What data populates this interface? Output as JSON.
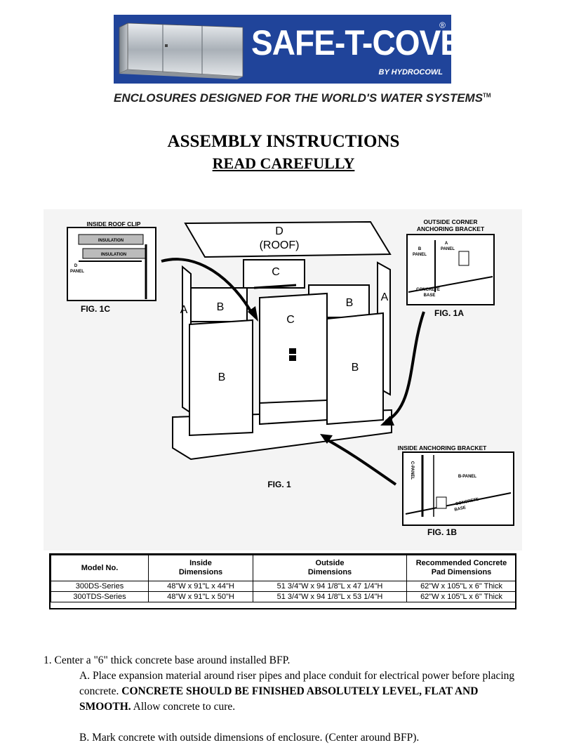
{
  "logo": {
    "brand": "SAFE-T-COVER",
    "reg_mark": "®",
    "byline": "BY HYDROCOWL"
  },
  "tagline": "ENCLOSURES DESIGNED FOR THE WORLD'S WATER SYSTEMS",
  "tagline_tm": "TM",
  "title": "ASSEMBLY INSTRUCTIONS",
  "subtitle": "READ CAREFULLY",
  "figure": {
    "roof_label": "D",
    "roof_sub": "(ROOF)",
    "panel_c_top": "C",
    "panel_c_front": "C",
    "panel_b_left_back": "B",
    "panel_b_right_back": "B",
    "panel_b_left_front": "B",
    "panel_b_right_front": "B",
    "panel_a_left": "A",
    "panel_a_right": "A",
    "fig1": "FIG. 1",
    "inset_1c": {
      "title": "INSIDE ROOF CLIP",
      "label_insulation_1": "INSULATION",
      "label_insulation_2": "INSULATION",
      "label_d": "D",
      "label_panel": "PANEL",
      "caption": "FIG. 1C"
    },
    "inset_1a": {
      "title_1": "OUTSIDE CORNER",
      "title_2": "ANCHORING BRACKET",
      "label_b": "B",
      "label_b_panel": "PANEL",
      "label_a": "A",
      "label_a_panel": "PANEL",
      "label_concrete": "CONCRETE",
      "label_base": "BASE",
      "caption": "FIG. 1A"
    },
    "inset_1b": {
      "title": "INSIDE ANCHORING BRACKET",
      "label_c_panel": "C-PANEL",
      "label_b_panel": "B-PANEL",
      "label_concrete": "CONCRETE",
      "label_base": "BASE",
      "caption": "FIG. 1B"
    }
  },
  "spec_table": {
    "headers": [
      [
        "Model No.",
        ""
      ],
      [
        "Inside",
        "Dimensions"
      ],
      [
        "Outside",
        "Dimensions"
      ],
      [
        "Recommended Concrete",
        "Pad Dimensions"
      ]
    ],
    "rows": [
      [
        "300DS-Series",
        "48\"W x 91\"L x 44\"H",
        "51 3/4\"W x 94 1/8\"L x 47 1/4\"H",
        "62\"W x 105\"L x 6\" Thick"
      ],
      [
        "300TDS-Series",
        "48\"W x 91\"L x 50\"H",
        "51 3/4\"W x 94 1/8\"L x 53 1/4\"H",
        "62\"W x 105\"L x 6\" Thick"
      ]
    ]
  },
  "instructions": {
    "step1": "1.   Center a \"6\" thick concrete base around installed BFP.",
    "stepA_a": "A. Place expansion material around riser pipes and place conduit for electrical power before placing concrete.",
    "stepA_bold": "CONCRETE SHOULD BE FINISHED ABSOLUTELY LEVEL, FLAT AND SMOOTH.",
    "stepA_b": "Allow concrete to cure.",
    "stepB": "B. Mark concrete with outside dimensions of enclosure.  (Center around BFP)."
  }
}
